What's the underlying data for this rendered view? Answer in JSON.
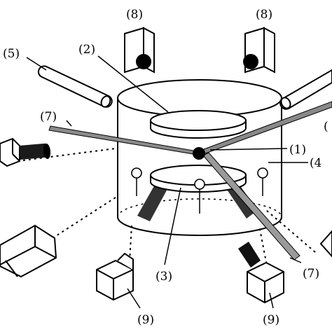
{
  "labels": {
    "l1": "(1)",
    "l2": "(2)",
    "l3": "(3)",
    "l4": "(4",
    "l5": "(5)",
    "l6": "(",
    "l7_left": "(7)",
    "l7_right": "(7)",
    "l8_left": "(8)",
    "l8_right": "(8)",
    "l9_left": "(9)",
    "l9_right": "(9)"
  },
  "colors": {
    "ink": "#000000",
    "rod": "#808080",
    "rod_light": "#a9a9a9",
    "fill": "#ffffff"
  },
  "icons": {
    "camera": "camera-icon",
    "laser": "laser-head-icon",
    "probe": "temperature-probe-icon"
  }
}
